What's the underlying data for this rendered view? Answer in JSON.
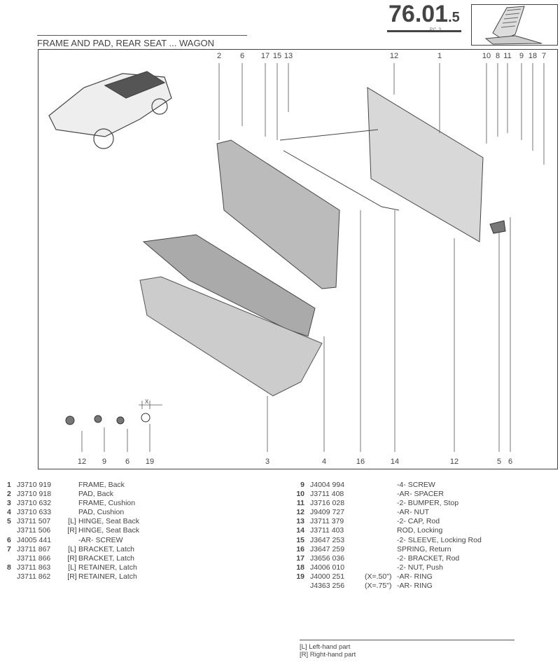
{
  "header": {
    "page_main": "76.01",
    "page_sub": ".5",
    "pc": "P.C. 3",
    "title": "FRAME AND PAD, REAR SEAT ... WAGON"
  },
  "callouts_top": [
    "2",
    "6",
    "17",
    "15",
    "13",
    "12",
    "1",
    "10",
    "8",
    "11",
    "9",
    "18",
    "7"
  ],
  "callouts_bottom": [
    "12",
    "9",
    "6",
    "19",
    "3",
    "4",
    "16",
    "14",
    "12",
    "5",
    "6"
  ],
  "dimension_label": "X",
  "parts_left": [
    {
      "n": "1",
      "pn": "J3710 919",
      "lr": "",
      "desc": "FRAME, Back"
    },
    {
      "n": "2",
      "pn": "J3710 918",
      "lr": "",
      "desc": "PAD, Back"
    },
    {
      "n": "3",
      "pn": "J3710 632",
      "lr": "",
      "desc": "FRAME, Cushion"
    },
    {
      "n": "4",
      "pn": "J3710 633",
      "lr": "",
      "desc": "PAD, Cushion"
    },
    {
      "n": "5",
      "pn": "J3711 507",
      "lr": "[L]",
      "desc": "HINGE, Seat Back"
    },
    {
      "n": "",
      "pn": "J3711 506",
      "lr": "[R]",
      "desc": "HINGE, Seat Back"
    },
    {
      "n": "6",
      "pn": "J4005 441",
      "lr": "",
      "desc": "-AR- SCREW"
    },
    {
      "n": "7",
      "pn": "J3711 867",
      "lr": "[L]",
      "desc": "BRACKET, Latch"
    },
    {
      "n": "",
      "pn": "J3711 866",
      "lr": "[R]",
      "desc": "BRACKET, Latch"
    },
    {
      "n": "8",
      "pn": "J3711 863",
      "lr": "[L]",
      "desc": "RETAINER, Latch"
    },
    {
      "n": "",
      "pn": "J3711 862",
      "lr": "[R]",
      "desc": "RETAINER, Latch"
    }
  ],
  "parts_right": [
    {
      "n": "9",
      "pn": "J4004 994",
      "lr": "",
      "desc": "-4- SCREW"
    },
    {
      "n": "10",
      "pn": "J3711 408",
      "lr": "",
      "desc": "-AR- SPACER"
    },
    {
      "n": "11",
      "pn": "J3716 028",
      "lr": "",
      "desc": "-2- BUMPER, Stop"
    },
    {
      "n": "12",
      "pn": "J9409 727",
      "lr": "",
      "desc": "-AR- NUT"
    },
    {
      "n": "13",
      "pn": "J3711 379",
      "lr": "",
      "desc": "-2- CAP, Rod"
    },
    {
      "n": "14",
      "pn": "J3711 403",
      "lr": "",
      "desc": "ROD, Locking"
    },
    {
      "n": "15",
      "pn": "J3647 253",
      "lr": "",
      "desc": "-2- SLEEVE, Locking Rod"
    },
    {
      "n": "16",
      "pn": "J3647 259",
      "lr": "",
      "desc": "SPRING, Return"
    },
    {
      "n": "17",
      "pn": "J3656 036",
      "lr": "",
      "desc": "-2- BRACKET, Rod"
    },
    {
      "n": "18",
      "pn": "J4006 010",
      "lr": "",
      "desc": "-2- NUT, Push"
    },
    {
      "n": "19",
      "pn": "J4000 251",
      "lr": "(X=.50\")",
      "desc": "-AR- RING"
    },
    {
      "n": "",
      "pn": "J4363 256",
      "lr": "(X=.75\")",
      "desc": "-AR- RING"
    }
  ],
  "legend": {
    "left": "[L] Left-hand part",
    "right": "[R] Right-hand part"
  }
}
